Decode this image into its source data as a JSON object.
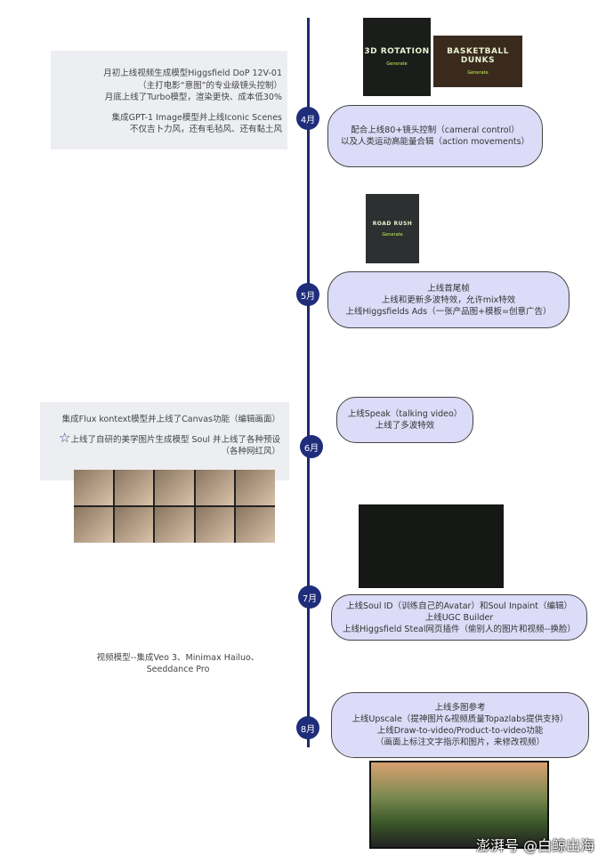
{
  "months": [
    "4月",
    "5月",
    "6月",
    "7月",
    "8月"
  ],
  "left_notes": {
    "april": {
      "lines": [
        "月初上线视频生成模型Higgsfield DoP 12V-01",
        "（主打电影“意图”的专业级镜头控制）",
        "月底上线了Turbo模型，渲染更快、成本低30%"
      ],
      "lines2": [
        "集成GPT-1 Image模型并上线Iconic Scenes",
        "不仅吉卜力风，还有毛毡风、还有黏土风"
      ]
    },
    "june": {
      "lines": [
        "集成Flux kontext模型并上线了Canvas功能（编辑画面）",
        "上线了自研的美学图片生成模型 Soul 并上线了各种预设",
        "（各种网红风）"
      ]
    },
    "july": {
      "lines": [
        "视频模型--集成Veo 3、Minimax Hailuo、",
        "Seeddance Pro"
      ]
    }
  },
  "bubbles": {
    "april": [
      "配合上线80+镜头控制（cameral control）",
      "以及人类运动高能量合辑（action movements）"
    ],
    "may": [
      "上线首尾帧",
      "上线和更新多波特效，允许mix特效",
      "上线Higgsfields Ads（一张产品图+模板=创意广告）"
    ],
    "june": [
      "上线Speak（talking video）",
      "上线了多波特效"
    ],
    "july": [
      "上线Soul ID（训练自己的Avatar）和Soul Inpaint（编辑）",
      "上线UGC Builder",
      "上线Higgsfield Steal网页插件（偷别人的图片和视频--换脸）"
    ],
    "august": [
      "上线多图参考",
      "上线Upscale（提神图片&视频质量Topazlabs提供支持）",
      "上线Draw-to-video/Product-to-video功能",
      "（画面上标注文字指示和图片，来修改视频）"
    ]
  },
  "thumbnails": {
    "rotation": "3D ROTATION",
    "basketball": "BASKETBALL DUNKS",
    "road": "ROAD RUSH",
    "generate": "Generate"
  },
  "watermark": "澎湃号 @白鲸出海",
  "colors": {
    "timeline": "#1e2a6e",
    "bubble": "#dcdcf8",
    "greybox": "#eceef1"
  }
}
